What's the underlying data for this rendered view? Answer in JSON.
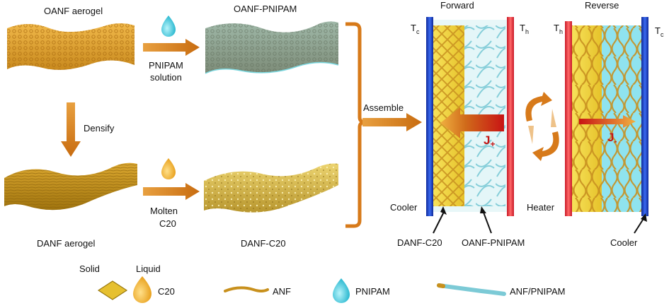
{
  "materials": {
    "oanf_aerogel": "OANF aerogel",
    "oanf_pnipam": "OANF-PNIPAM",
    "danf_aerogel": "DANF aerogel",
    "danf_c20": "DANF-C20"
  },
  "steps": {
    "pnipam_solution_1": "PNIPAM",
    "pnipam_solution_2": "solution",
    "densify": "Densify",
    "molten_c20_1": "Molten",
    "molten_c20_2": "C20",
    "assemble": "Assemble"
  },
  "forward": {
    "title": "Forward",
    "tc": "T",
    "tc_sub": "c",
    "th": "T",
    "th_sub": "h",
    "cooler": "Cooler",
    "flux": "J",
    "flux_sub": "+",
    "label_left": "DANF-C20",
    "label_right": "OANF-PNIPAM"
  },
  "reverse": {
    "title": "Reverse",
    "th": "T",
    "th_sub": "h",
    "tc": "T",
    "tc_sub": "c",
    "heater": "Heater",
    "flux": "J",
    "flux_sub": "-",
    "cooler": "Cooler"
  },
  "legend": {
    "solid": "Solid",
    "liquid": "Liquid",
    "c20": "C20",
    "anf": "ANF",
    "pnipam": "PNIPAM",
    "anf_pnipam": "ANF/PNIPAM"
  },
  "colors": {
    "arrow_orange": "#d77a1a",
    "cold_blue": "#1f47c8",
    "hot_red": "#e0303a",
    "gold": "#e2b020",
    "cyan": "#6fd8e8",
    "flux_red": "#c41414"
  }
}
